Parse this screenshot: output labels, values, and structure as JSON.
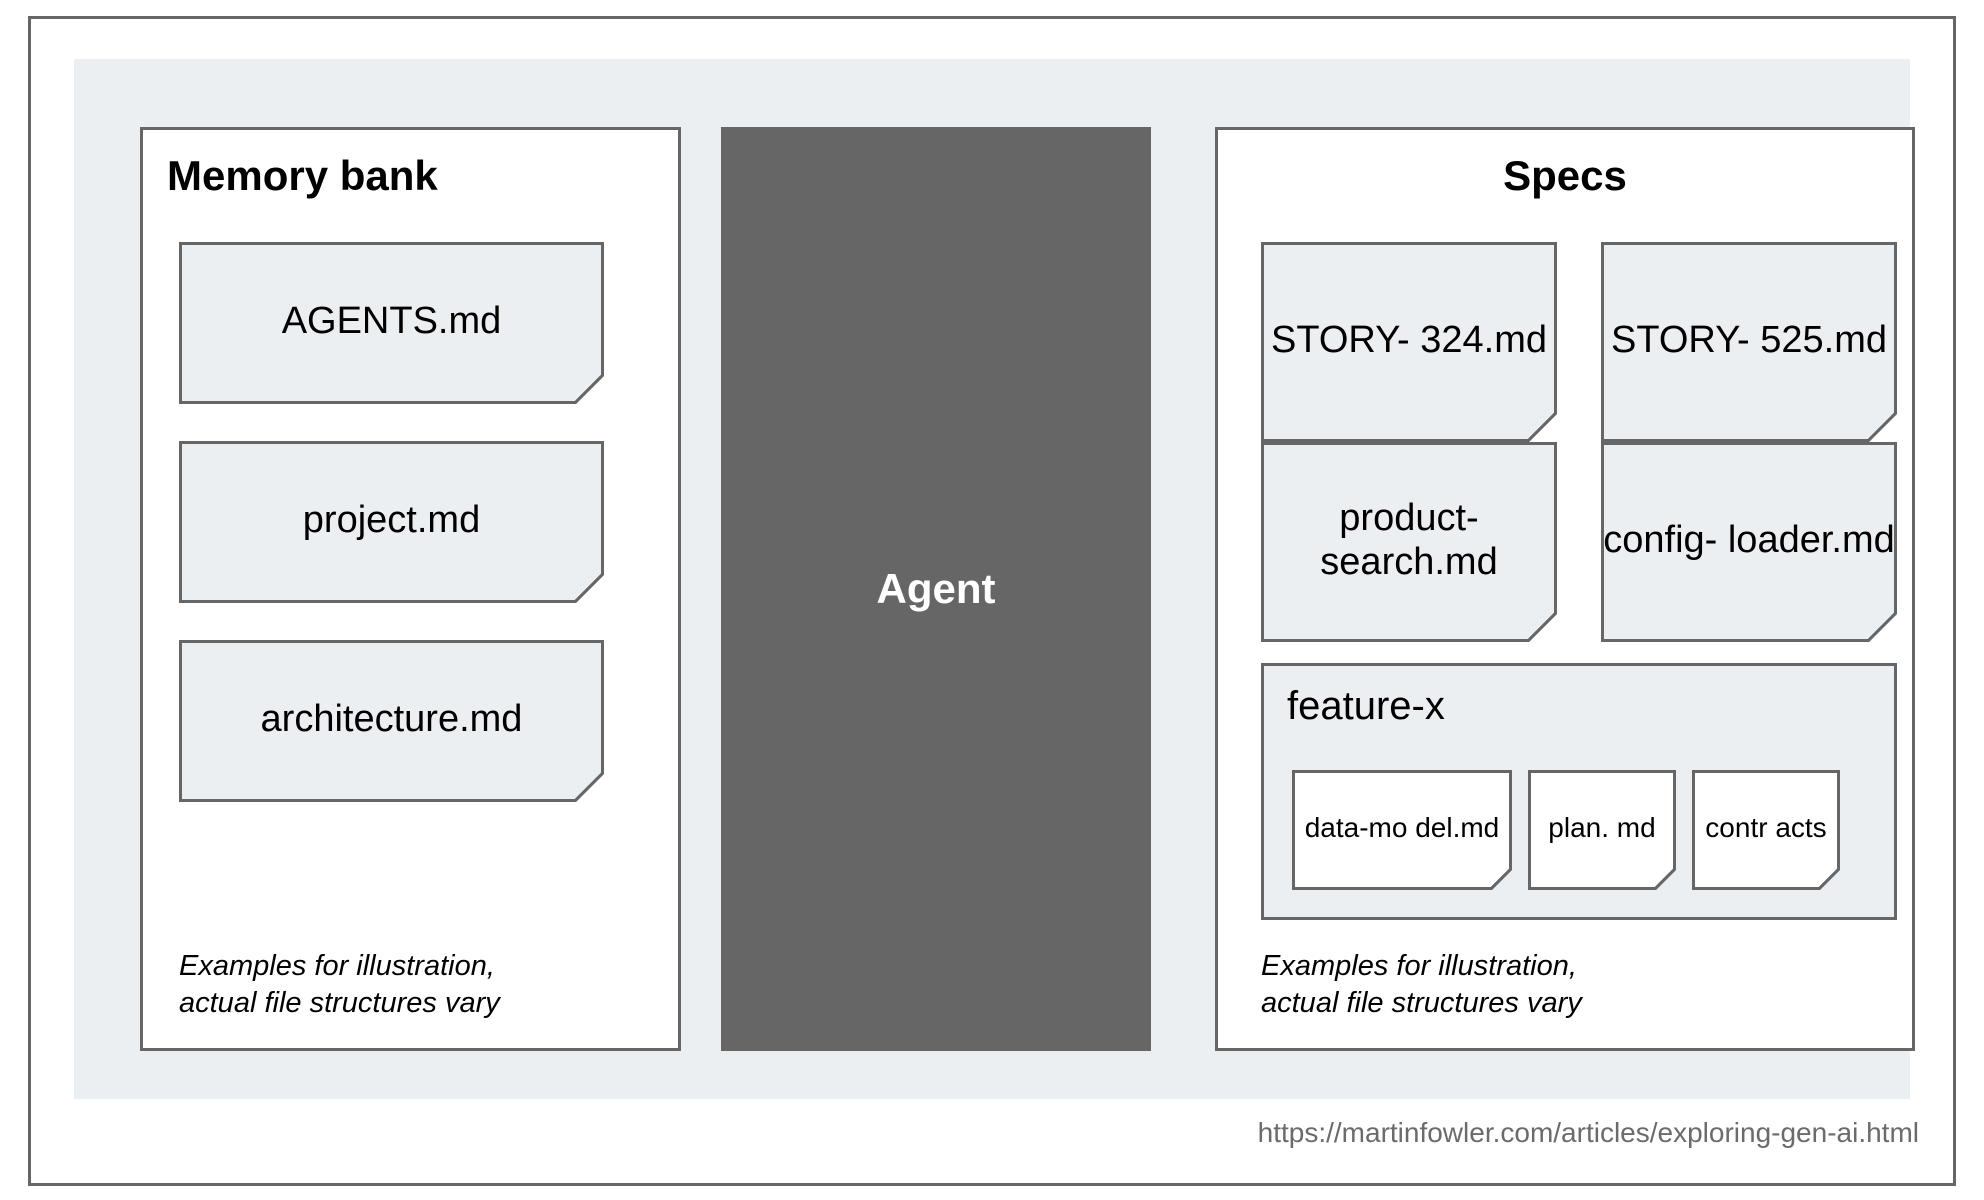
{
  "diagram": {
    "memory_bank": {
      "title": "Memory bank",
      "files": [
        {
          "label": "AGENTS.md"
        },
        {
          "label": "project.md"
        },
        {
          "label": "architecture.md"
        }
      ],
      "note": "Examples for illustration,\nactual file structures vary"
    },
    "agent": {
      "label": "Agent"
    },
    "specs": {
      "title": "Specs",
      "files": [
        {
          "label": "STORY-\n324.md"
        },
        {
          "label": "STORY-\n525.md"
        },
        {
          "label": "product-\nsearch.md"
        },
        {
          "label": "config-\nloader.md"
        }
      ],
      "folder": {
        "title": "feature-x",
        "files": [
          {
            "label": "data-mo\ndel.md"
          },
          {
            "label": "plan.\nmd"
          },
          {
            "label": "contr\nacts"
          }
        ]
      },
      "note": "Examples for illustration,\nactual file structures vary"
    },
    "source_url": "https://martinfowler.com/articles/exploring-gen-ai.html",
    "colors": {
      "frame_border": "#666666",
      "canvas_background": "#ECEFF1",
      "panel_background": "#ffffff",
      "agent_background": "#666666",
      "agent_text": "#ffffff",
      "card_background": "#ECEFF1",
      "nested_card_background": "#ffffff",
      "fold_shade": "#bdbdbd",
      "url_text": "#6b6b6b"
    }
  }
}
